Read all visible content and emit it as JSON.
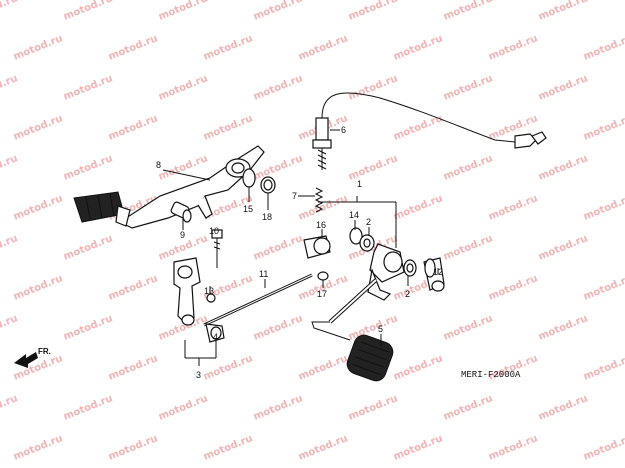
{
  "diagram": {
    "code": "MERI-F2000A",
    "direction_label": "FR.",
    "watermark": "motod.ru",
    "callouts": [
      {
        "id": "c1",
        "label": "1"
      },
      {
        "id": "c2a",
        "label": "2"
      },
      {
        "id": "c2b",
        "label": "2"
      },
      {
        "id": "c3",
        "label": "3"
      },
      {
        "id": "c4",
        "label": "4"
      },
      {
        "id": "c5",
        "label": "5"
      },
      {
        "id": "c6",
        "label": "6"
      },
      {
        "id": "c7",
        "label": "7"
      },
      {
        "id": "c8",
        "label": "8"
      },
      {
        "id": "c9",
        "label": "9"
      },
      {
        "id": "c10",
        "label": "10"
      },
      {
        "id": "c11",
        "label": "11"
      },
      {
        "id": "c12",
        "label": "12"
      },
      {
        "id": "c13",
        "label": "13"
      },
      {
        "id": "c14",
        "label": "14"
      },
      {
        "id": "c15",
        "label": "15"
      },
      {
        "id": "c16",
        "label": "16"
      },
      {
        "id": "c17",
        "label": "17"
      },
      {
        "id": "c18",
        "label": "18"
      }
    ]
  }
}
